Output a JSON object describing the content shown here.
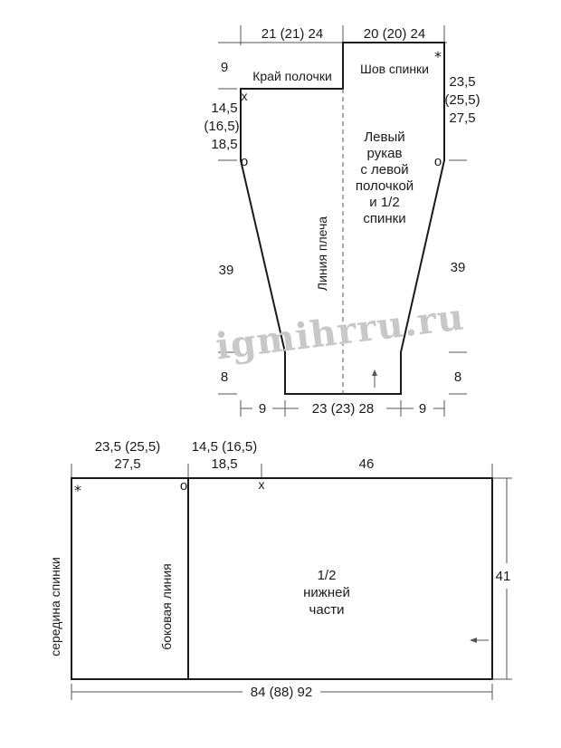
{
  "sleeve": {
    "top_left_width": "21 (21) 24",
    "top_right_width": "20 (20) 24",
    "left_step_height": "9",
    "front_edge_label": "Край полочки",
    "back_seam_label": "Шов спинки",
    "left_upper_h": [
      "14,5",
      "(16,5)",
      "18,5"
    ],
    "right_upper_h": [
      "23,5",
      "(25,5)",
      "27,5"
    ],
    "center_text": [
      "Левый",
      "рукав",
      "с левой",
      "полочкой",
      "и 1/2",
      "спинки"
    ],
    "shoulder_line_label": "Линия плеча",
    "left_taper_h": "39",
    "right_taper_h": "39",
    "left_cuff_h": "8",
    "right_cuff_h": "8",
    "bottom_left_w": "9",
    "bottom_center_w": "23 (23) 28",
    "bottom_right_w": "9",
    "asterisk": "*",
    "cross": "x",
    "circle_left": "o",
    "circle_right": "o"
  },
  "watermark": "igmihrru.ru",
  "lower": {
    "top_w1": [
      "23,5 (25,5)",
      "27,5"
    ],
    "top_w2": [
      "14,5 (16,5)",
      "18,5"
    ],
    "top_w3": "46",
    "asterisk": "*",
    "circle": "o",
    "cross": "x",
    "back_center_label": "середина спинки",
    "side_line_label": "боковая линия",
    "center_text": [
      "1/2",
      "нижней",
      "части"
    ],
    "right_h": "41",
    "bottom_w": "84 (88) 92"
  }
}
